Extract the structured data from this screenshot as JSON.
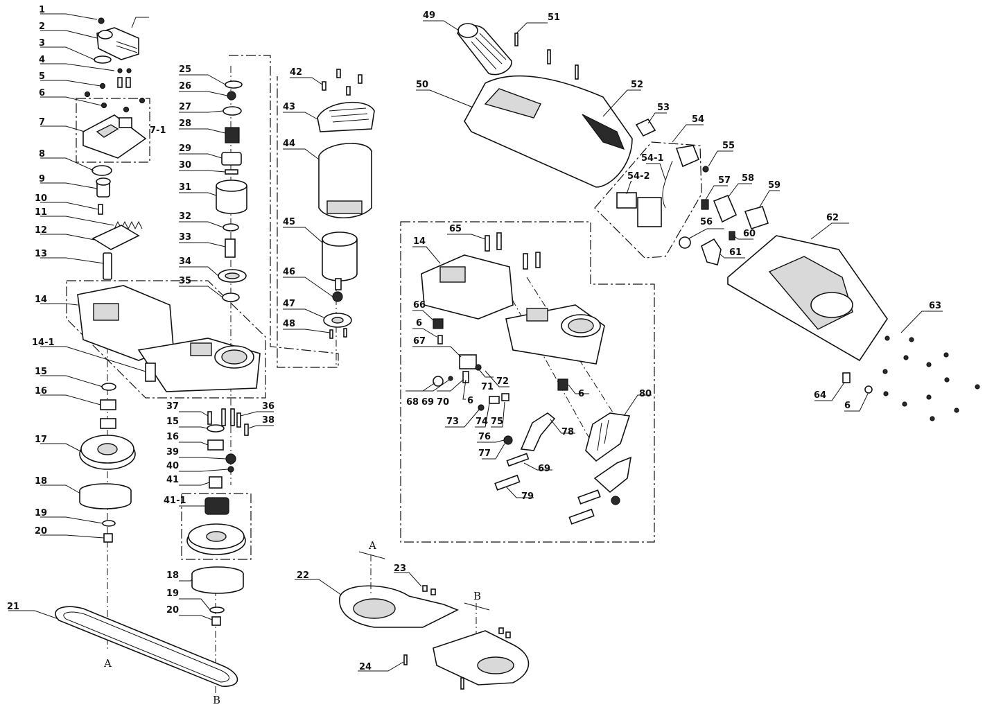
{
  "callouts": [
    {
      "id": "c1",
      "text": "1"
    },
    {
      "id": "c2",
      "text": "2"
    },
    {
      "id": "c3",
      "text": "3"
    },
    {
      "id": "c4",
      "text": "4"
    },
    {
      "id": "c5",
      "text": "5"
    },
    {
      "id": "c6a",
      "text": "6"
    },
    {
      "id": "c7",
      "text": "7"
    },
    {
      "id": "c7_1",
      "text": "7-1"
    },
    {
      "id": "c8",
      "text": "8"
    },
    {
      "id": "c9",
      "text": "9"
    },
    {
      "id": "c10",
      "text": "10"
    },
    {
      "id": "c11",
      "text": "11"
    },
    {
      "id": "c12",
      "text": "12"
    },
    {
      "id": "c13",
      "text": "13"
    },
    {
      "id": "c14a",
      "text": "14"
    },
    {
      "id": "c14_1",
      "text": "14-1"
    },
    {
      "id": "c15a",
      "text": "15"
    },
    {
      "id": "c16a",
      "text": "16"
    },
    {
      "id": "c17",
      "text": "17"
    },
    {
      "id": "c18a",
      "text": "18"
    },
    {
      "id": "c19a",
      "text": "19"
    },
    {
      "id": "c20a",
      "text": "20"
    },
    {
      "id": "c21",
      "text": "21"
    },
    {
      "id": "c22",
      "text": "22"
    },
    {
      "id": "c23",
      "text": "23"
    },
    {
      "id": "c24",
      "text": "24"
    },
    {
      "id": "c25",
      "text": "25"
    },
    {
      "id": "c26",
      "text": "26"
    },
    {
      "id": "c27",
      "text": "27"
    },
    {
      "id": "c28",
      "text": "28"
    },
    {
      "id": "c29",
      "text": "29"
    },
    {
      "id": "c30",
      "text": "30"
    },
    {
      "id": "c31",
      "text": "31"
    },
    {
      "id": "c32",
      "text": "32"
    },
    {
      "id": "c33",
      "text": "33"
    },
    {
      "id": "c34",
      "text": "34"
    },
    {
      "id": "c35",
      "text": "35"
    },
    {
      "id": "c36",
      "text": "36"
    },
    {
      "id": "c37",
      "text": "37"
    },
    {
      "id": "c38",
      "text": "38"
    },
    {
      "id": "c15b",
      "text": "15"
    },
    {
      "id": "c16b",
      "text": "16"
    },
    {
      "id": "c39",
      "text": "39"
    },
    {
      "id": "c40",
      "text": "40"
    },
    {
      "id": "c41",
      "text": "41"
    },
    {
      "id": "c41_1",
      "text": "41-1"
    },
    {
      "id": "c18b",
      "text": "18"
    },
    {
      "id": "c19b",
      "text": "19"
    },
    {
      "id": "c20b",
      "text": "20"
    },
    {
      "id": "c42",
      "text": "42"
    },
    {
      "id": "c43",
      "text": "43"
    },
    {
      "id": "c44",
      "text": "44"
    },
    {
      "id": "c45",
      "text": "45"
    },
    {
      "id": "c46",
      "text": "46"
    },
    {
      "id": "c47",
      "text": "47"
    },
    {
      "id": "c48",
      "text": "48"
    },
    {
      "id": "c49",
      "text": "49"
    },
    {
      "id": "c50",
      "text": "50"
    },
    {
      "id": "c51",
      "text": "51"
    },
    {
      "id": "c52",
      "text": "52"
    },
    {
      "id": "c53",
      "text": "53"
    },
    {
      "id": "c54",
      "text": "54"
    },
    {
      "id": "c54_1",
      "text": "54-1"
    },
    {
      "id": "c54_2",
      "text": "54-2"
    },
    {
      "id": "c55",
      "text": "55"
    },
    {
      "id": "c56",
      "text": "56"
    },
    {
      "id": "c57",
      "text": "57"
    },
    {
      "id": "c58",
      "text": "58"
    },
    {
      "id": "c59",
      "text": "59"
    },
    {
      "id": "c60",
      "text": "60"
    },
    {
      "id": "c61",
      "text": "61"
    },
    {
      "id": "c62",
      "text": "62"
    },
    {
      "id": "c63",
      "text": "63"
    },
    {
      "id": "c64",
      "text": "64"
    },
    {
      "id": "c6b",
      "text": "6"
    },
    {
      "id": "c14b",
      "text": "14"
    },
    {
      "id": "c65",
      "text": "65"
    },
    {
      "id": "c66",
      "text": "66"
    },
    {
      "id": "c6c",
      "text": "6"
    },
    {
      "id": "c67",
      "text": "67"
    },
    {
      "id": "c68",
      "text": "68"
    },
    {
      "id": "c69a",
      "text": "69"
    },
    {
      "id": "c70",
      "text": "70"
    },
    {
      "id": "c71",
      "text": "71"
    },
    {
      "id": "c72",
      "text": "72"
    },
    {
      "id": "c6d",
      "text": "6"
    },
    {
      "id": "c73",
      "text": "73"
    },
    {
      "id": "c74",
      "text": "74"
    },
    {
      "id": "c75",
      "text": "75"
    },
    {
      "id": "c6e",
      "text": "6"
    },
    {
      "id": "c76",
      "text": "76"
    },
    {
      "id": "c77",
      "text": "77"
    },
    {
      "id": "c78",
      "text": "78"
    },
    {
      "id": "c69b",
      "text": "69"
    },
    {
      "id": "c79",
      "text": "79"
    },
    {
      "id": "c80",
      "text": "80"
    }
  ],
  "section_marks": [
    {
      "id": "sA1",
      "text": "A"
    },
    {
      "id": "sB1",
      "text": "B"
    },
    {
      "id": "sA2",
      "text": "A"
    },
    {
      "id": "sB2",
      "text": "B"
    }
  ]
}
